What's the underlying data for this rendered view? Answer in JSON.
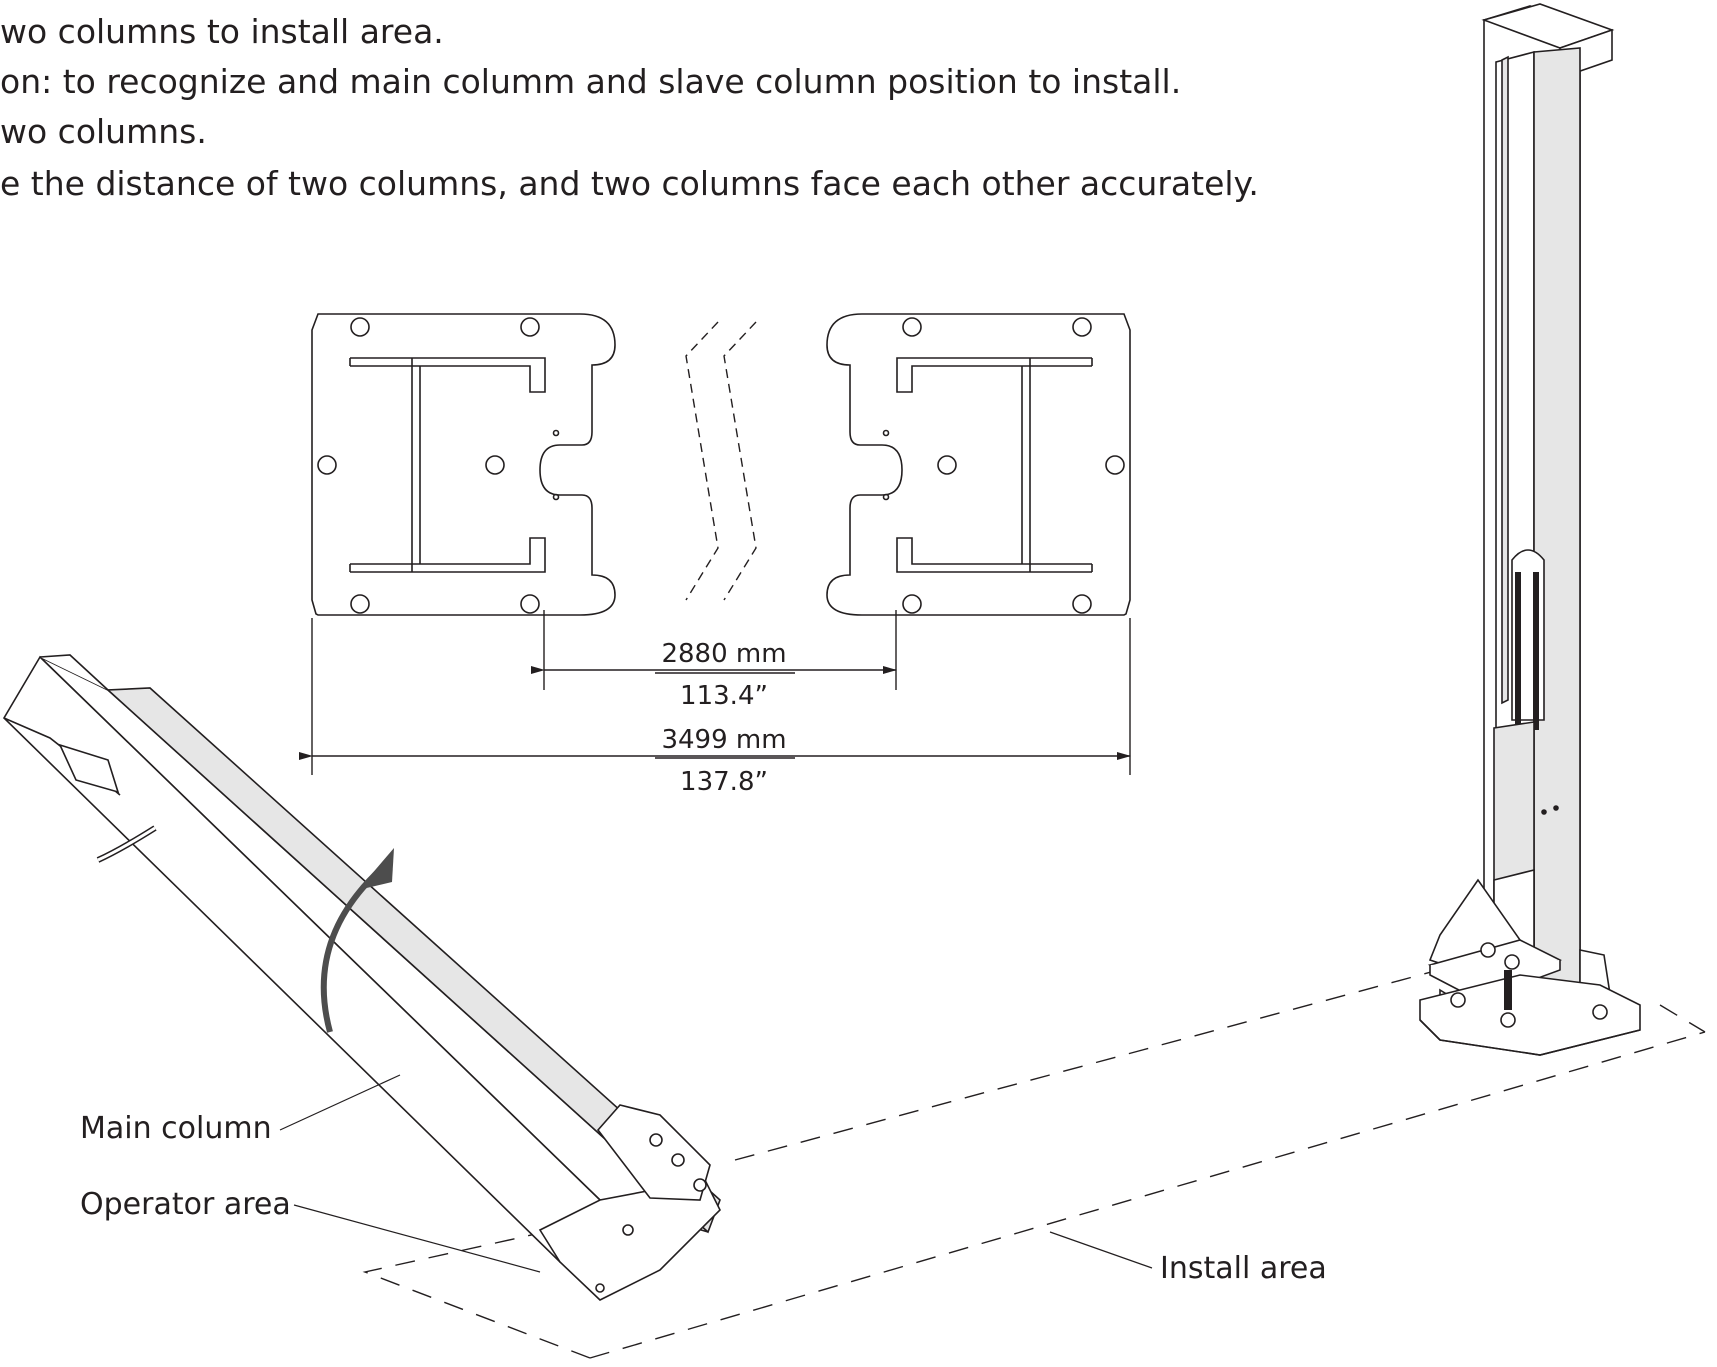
{
  "instructions": [
    "wo columns to install area.",
    "on: to recognize and main columm and slave column position to install.",
    "wo columns.",
    "e the distance of two columns, and two columns face each other accurately."
  ],
  "dimensions": {
    "inner": {
      "metric": "2880 mm",
      "imperial": "113.4”"
    },
    "outer": {
      "metric": "3499 mm",
      "imperial": "137.8”"
    }
  },
  "callouts": {
    "main_column": "Main column",
    "operator_area": "Operator area",
    "install_area": "Install area"
  },
  "colors": {
    "line": "#231f20",
    "column_fill": "#e6e6e6",
    "arrow": "#4d4d4d"
  }
}
